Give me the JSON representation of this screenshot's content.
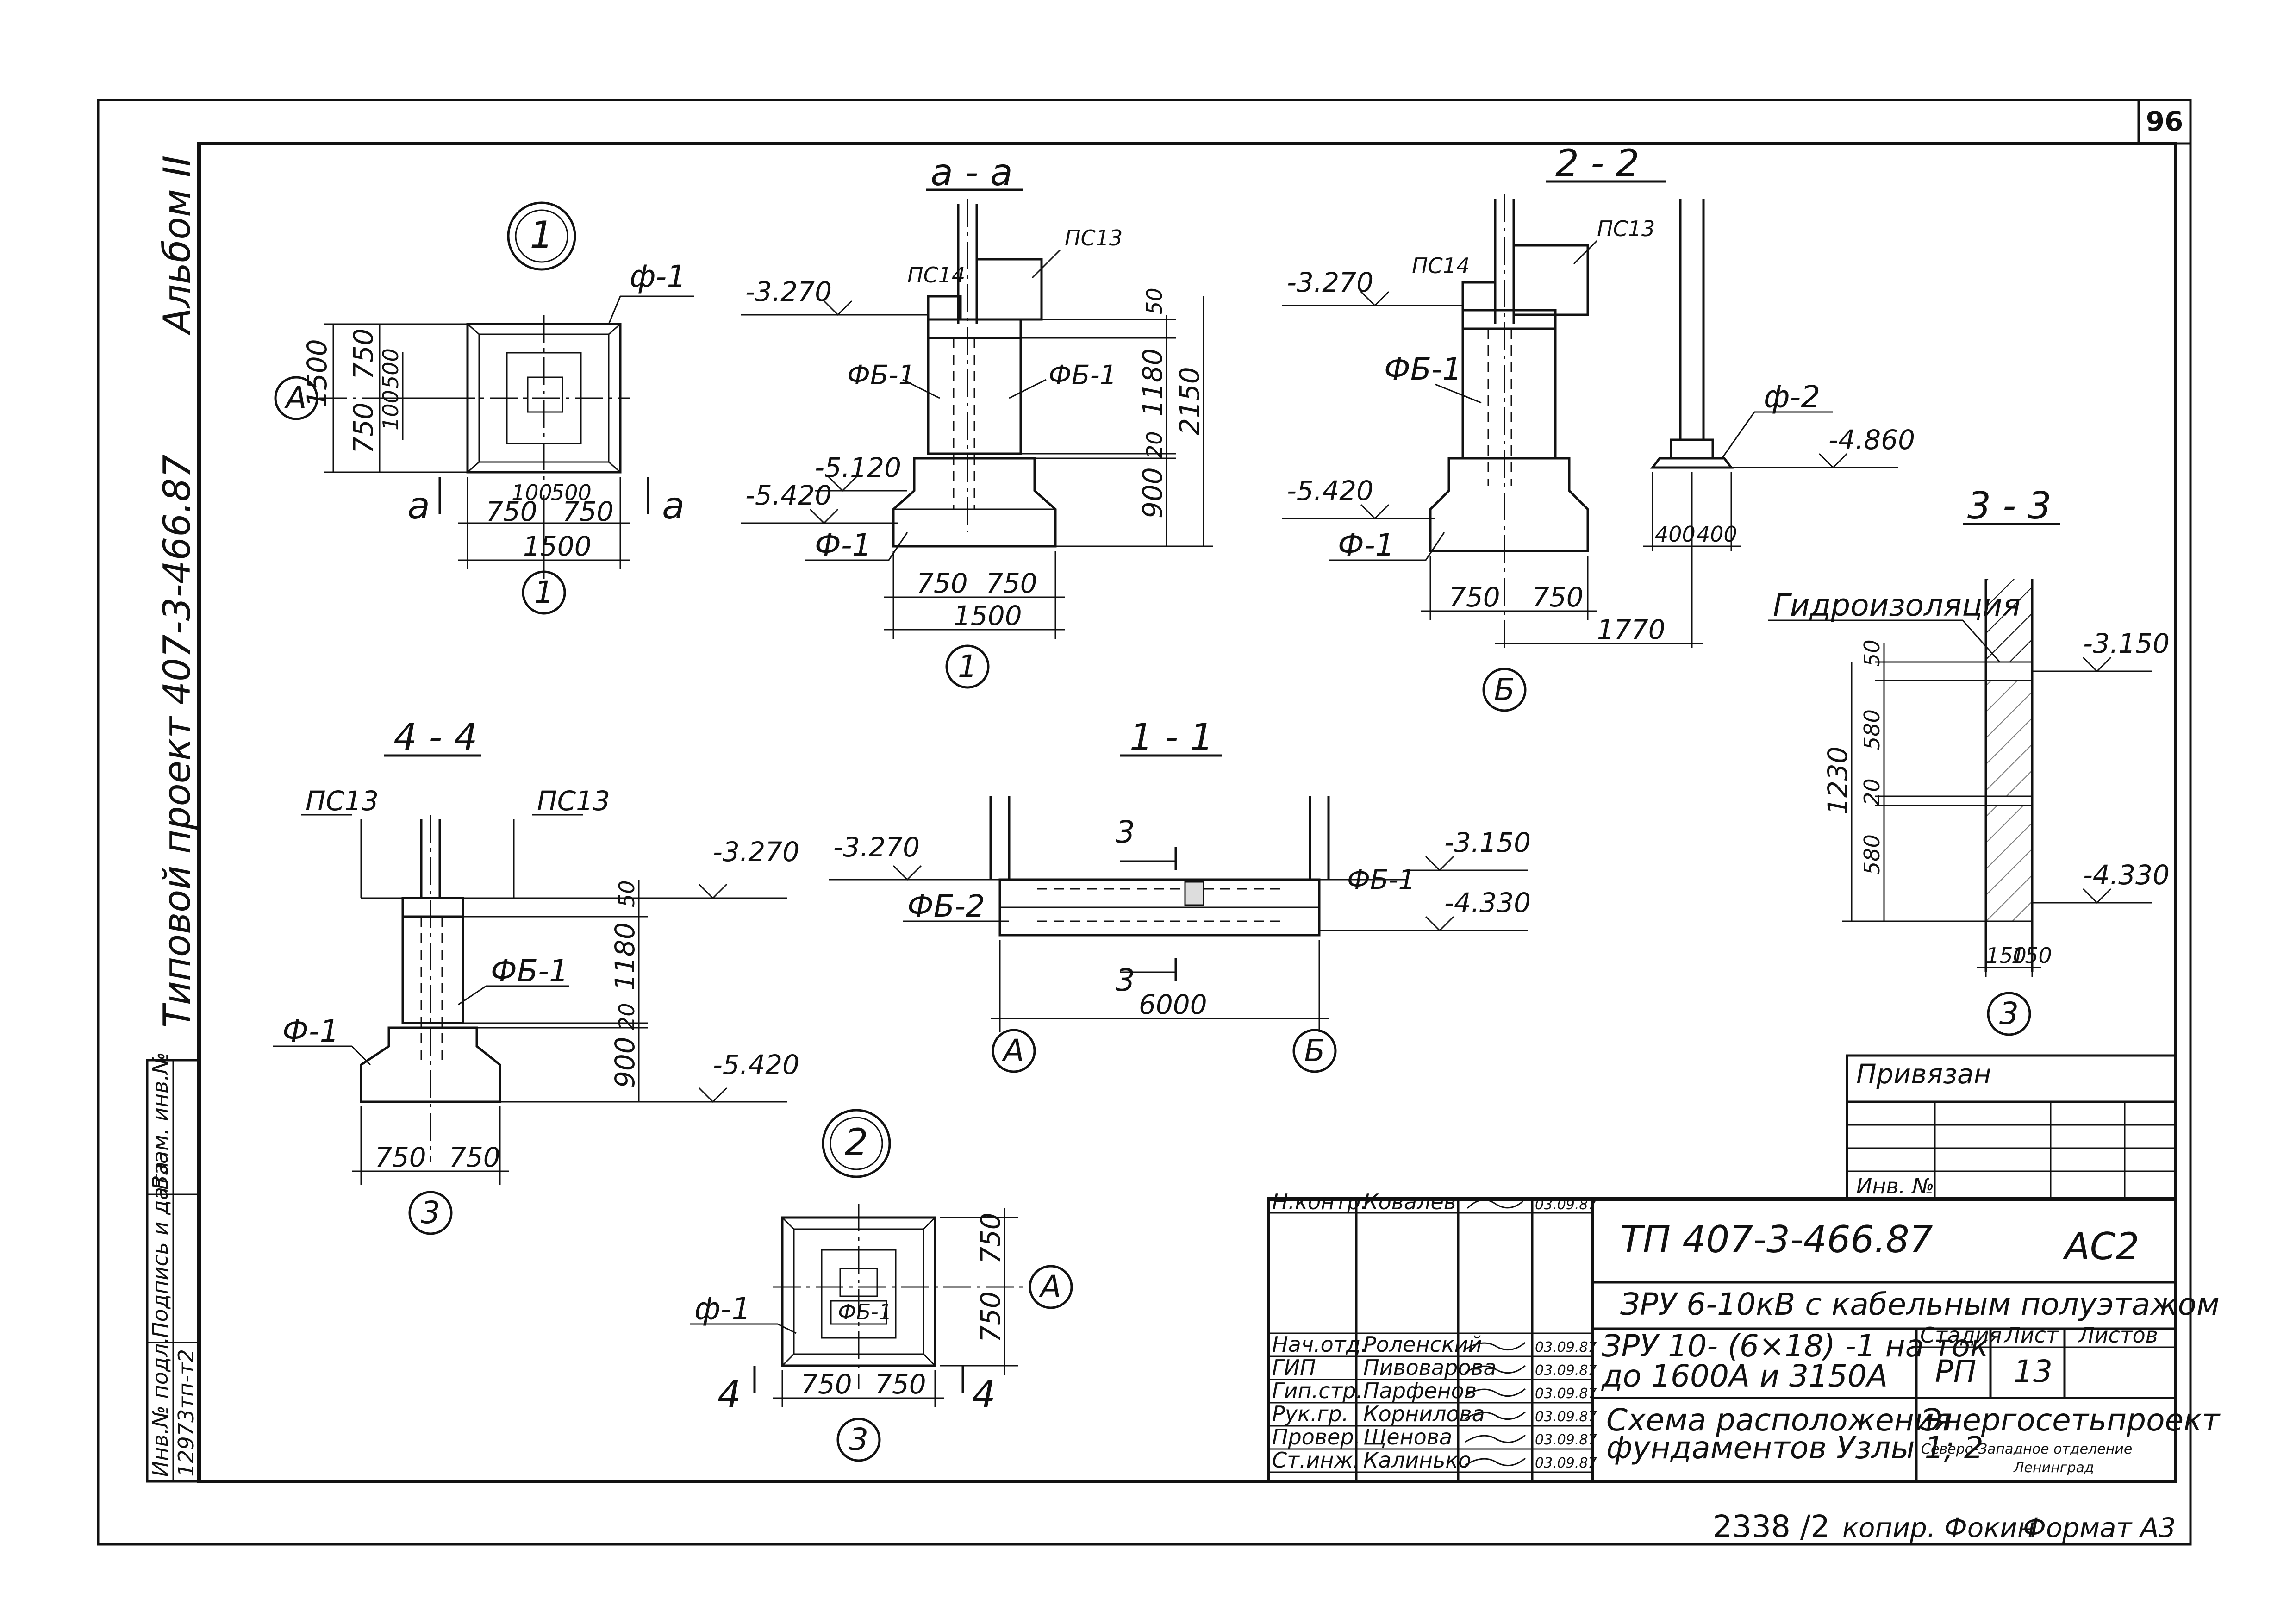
{
  "page_number": "96",
  "side": {
    "album": "Альбом II",
    "project": "Типовой проект   407-3-466.87",
    "stamp_cols": [
      "Инв.№ подл.",
      "Подпись и дата",
      "Взам. инв.№"
    ],
    "stamp_value": "12973тп-т2"
  },
  "node1": {
    "marker": "1",
    "title_bubble": "1",
    "axis": "А",
    "label_f1": "ф-1",
    "section_mark": "a",
    "dims": {
      "h1500": "1500",
      "h750a": "750",
      "h500": "500",
      "h100": "100",
      "h750b": "750",
      "w100": "100",
      "w500": "500",
      "w750a": "750",
      "w750b": "750",
      "w1500": "1500"
    }
  },
  "section_aa": {
    "title": "а - а",
    "pc13": "ПС13",
    "pc14": "ПС14",
    "fb1a": "ФБ-1",
    "fb1b": "ФБ-1",
    "f1": "Ф-1",
    "el1": "-3.270",
    "el2": "-5.120",
    "el3": "-5.420",
    "dims": {
      "d50": "50",
      "d1180": "1180",
      "d20": "20",
      "d900": "900",
      "d2150": "2150",
      "w750a": "750",
      "w750b": "750",
      "w1500": "1500"
    },
    "axis": "1"
  },
  "section_22": {
    "title": "2 - 2",
    "pc13": "ПС13",
    "pc14": "ПС14",
    "fb1": "ФБ-1",
    "f1": "Ф-1",
    "f2": "ф-2",
    "el1": "-3.270",
    "el2": "-5.420",
    "el3": "-4.860",
    "dims": {
      "w750a": "750",
      "w750b": "750",
      "w1770": "1770",
      "w400a": "400",
      "w400b": "400"
    },
    "axis": "Б"
  },
  "section_33": {
    "title": "3 - 3",
    "waterproof": "Гидроизоляция",
    "el1": "-3.150",
    "el2": "-4.330",
    "dims": {
      "d50": "50",
      "d580a": "580",
      "d20": "20",
      "d580b": "580",
      "d1230": "1230",
      "w150a": "150",
      "w150b": "150"
    },
    "axis": "3"
  },
  "section_44": {
    "title": "4 - 4",
    "pc13a": "ПС13",
    "pc13b": "ПС13",
    "fb1": "ФБ-1",
    "f1": "Ф-1",
    "el1": "-3.270",
    "el2": "-5.420",
    "dims": {
      "d50": "50",
      "d1180": "1180",
      "d20": "20",
      "d900": "900",
      "w750a": "750",
      "w750b": "750"
    },
    "axis": "3"
  },
  "section_11": {
    "title": "1 - 1",
    "cut": "3",
    "cut2": "3",
    "fb2": "ФБ-2",
    "fb1": "ФБ-1",
    "el1": "-3.270",
    "el2": "-3.150",
    "el3": "-4.330",
    "width": "6000",
    "axis_a": "А",
    "axis_b": "Б"
  },
  "node2": {
    "marker": "2",
    "axis": "А",
    "f1": "ф-1",
    "fb1": "ФБ-1",
    "cut": "4",
    "cut2": "4",
    "dims": {
      "h750a": "750",
      "h750b": "750",
      "w750a": "750",
      "w750b": "750"
    },
    "axis_bottom": "3"
  },
  "binding": {
    "title": "Привязан",
    "inv": "Инв. №"
  },
  "title_block": {
    "roles": [
      "Н.контр.",
      "",
      "",
      "Нач.отд.",
      "ГИП",
      "Гип.стр.",
      "Рук.гр.",
      "Провер.",
      "Ст.инж."
    ],
    "names": [
      "Ковалев",
      "",
      "",
      "Роленский",
      "Пивоварова",
      "Парфенов",
      "Корнилова",
      "Щенова",
      "Калинько"
    ],
    "dates": [
      "03.09.87",
      "",
      "",
      "03.09.87",
      "03.09.87",
      "03.09.87",
      "03.09.87",
      "03.09.87",
      "03.09.87"
    ],
    "code": "ТП  407-3-466.87",
    "mark": "АС2",
    "object": "ЗРУ 6-10кВ  с  кабельным  полуэтажом",
    "sheet_desc_1": "ЗРУ 10- (6×18) -1 на ток",
    "sheet_desc_2": "до 1600А и 3150А",
    "stage_h": "Стадия",
    "sheet_h": "Лист",
    "sheets_h": "Листов",
    "stage": "РП",
    "sheet": "13",
    "sheets": "",
    "drawing_title_1": "Схема расположения",
    "drawing_title_2": "фундаментов  Узлы 1; 2",
    "org": "Энергосетьпроект",
    "org_sub1": "Северо-Западное отделение",
    "org_sub2": "Ленинград"
  },
  "footer": {
    "num": "2338 /2",
    "copy": "копир.  Фокин",
    "format": "Формат  А3"
  }
}
